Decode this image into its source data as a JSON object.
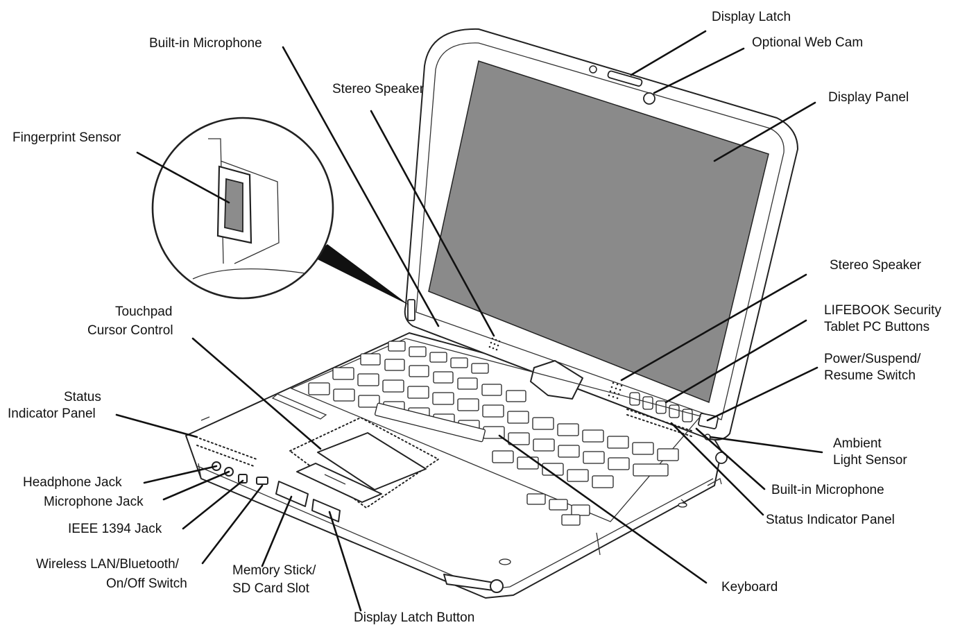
{
  "labels": {
    "display_latch": "Display Latch",
    "optional_web_cam": "Optional Web Cam",
    "built_in_microphone_top": "Built-in Microphone",
    "stereo_speaker_left": "Stereo Speaker",
    "display_panel": "Display Panel",
    "fingerprint_sensor": "Fingerprint Sensor",
    "stereo_speaker_right": "Stereo Speaker",
    "lifebook_security_line1": "LIFEBOOK Security",
    "lifebook_security_line2": "Tablet PC Buttons",
    "touchpad_line1": "Touchpad",
    "touchpad_line2": "Cursor Control",
    "power_switch_line1": "Power/Suspend/",
    "power_switch_line2": "Resume Switch",
    "status_panel_left_line1": "Status",
    "status_panel_left_line2": "Indicator Panel",
    "ambient_line1": "Ambient",
    "ambient_line2": "Light Sensor",
    "headphone_jack": "Headphone Jack",
    "microphone_jack": "Microphone Jack",
    "built_in_microphone_right": "Built-in Microphone",
    "ieee_1394_jack": "IEEE 1394 Jack",
    "status_panel_right": "Status Indicator Panel",
    "wireless_line1": "Wireless LAN/Bluetooth/",
    "wireless_line2": "On/Off Switch",
    "memory_line1": "Memory Stick/",
    "memory_line2": "SD Card Slot",
    "keyboard": "Keyboard",
    "display_latch_button": "Display Latch Button"
  },
  "colors": {
    "ink": "#111111",
    "screen": "#8a8a8a",
    "sensor": "#8c8c8c",
    "background": "#ffffff"
  }
}
